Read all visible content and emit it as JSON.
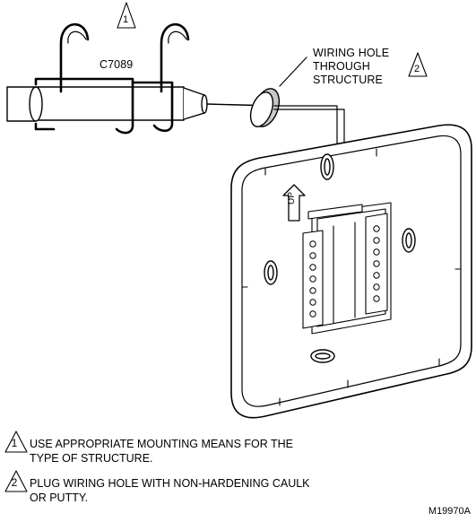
{
  "labels": {
    "sensor": "C7089",
    "callout1": "1",
    "callout2": "2",
    "wiring_hole": [
      "WIRING HOLE",
      "THROUGH",
      "STRUCTURE"
    ],
    "up": "UP"
  },
  "notes": [
    {
      "num": "1",
      "lines": [
        "USE APPROPRIATE MOUNTING MEANS FOR THE",
        "TYPE OF STRUCTURE."
      ]
    },
    {
      "num": "2",
      "lines": [
        "PLUG WIRING HOLE WITH NON-HARDENING CAULK",
        "OR PUTTY."
      ]
    }
  ],
  "figure_id": "M19970A",
  "colors": {
    "line": "#000000",
    "shade": "#c8c8c8",
    "fill": "#ffffff"
  }
}
